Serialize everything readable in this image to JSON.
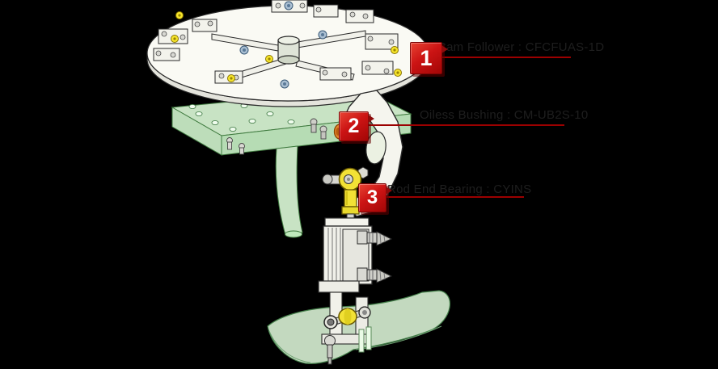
{
  "callouts": [
    {
      "number": "1",
      "label": "Cam Follower : CFCFUAS-1D"
    },
    {
      "number": "2",
      "label": "Oiless Bushing : CM-UB2S-10"
    },
    {
      "number": "3",
      "label": "Rod End Bearing : CYINS"
    }
  ],
  "colors": {
    "background": "#000000",
    "callout_red": "#c41212",
    "callout_red_dark": "#8e0b0b",
    "leader_line": "#9c0000",
    "label_text": "#1e1e1e",
    "machine_green": "#def7da",
    "machine_yellow": "#f2e135",
    "bushing_orange": "#e8872e"
  },
  "diagram": {
    "type": "isometric-cad-assembly",
    "parts": [
      "rotary-top-plate",
      "clamp-arms",
      "mount-plate",
      "support-leg",
      "clevis-link",
      "oiless-bushing",
      "rod-end-bearing",
      "slide-unit",
      "pneumatic-fittings",
      "cam-roller-pin",
      "base-plate"
    ]
  }
}
